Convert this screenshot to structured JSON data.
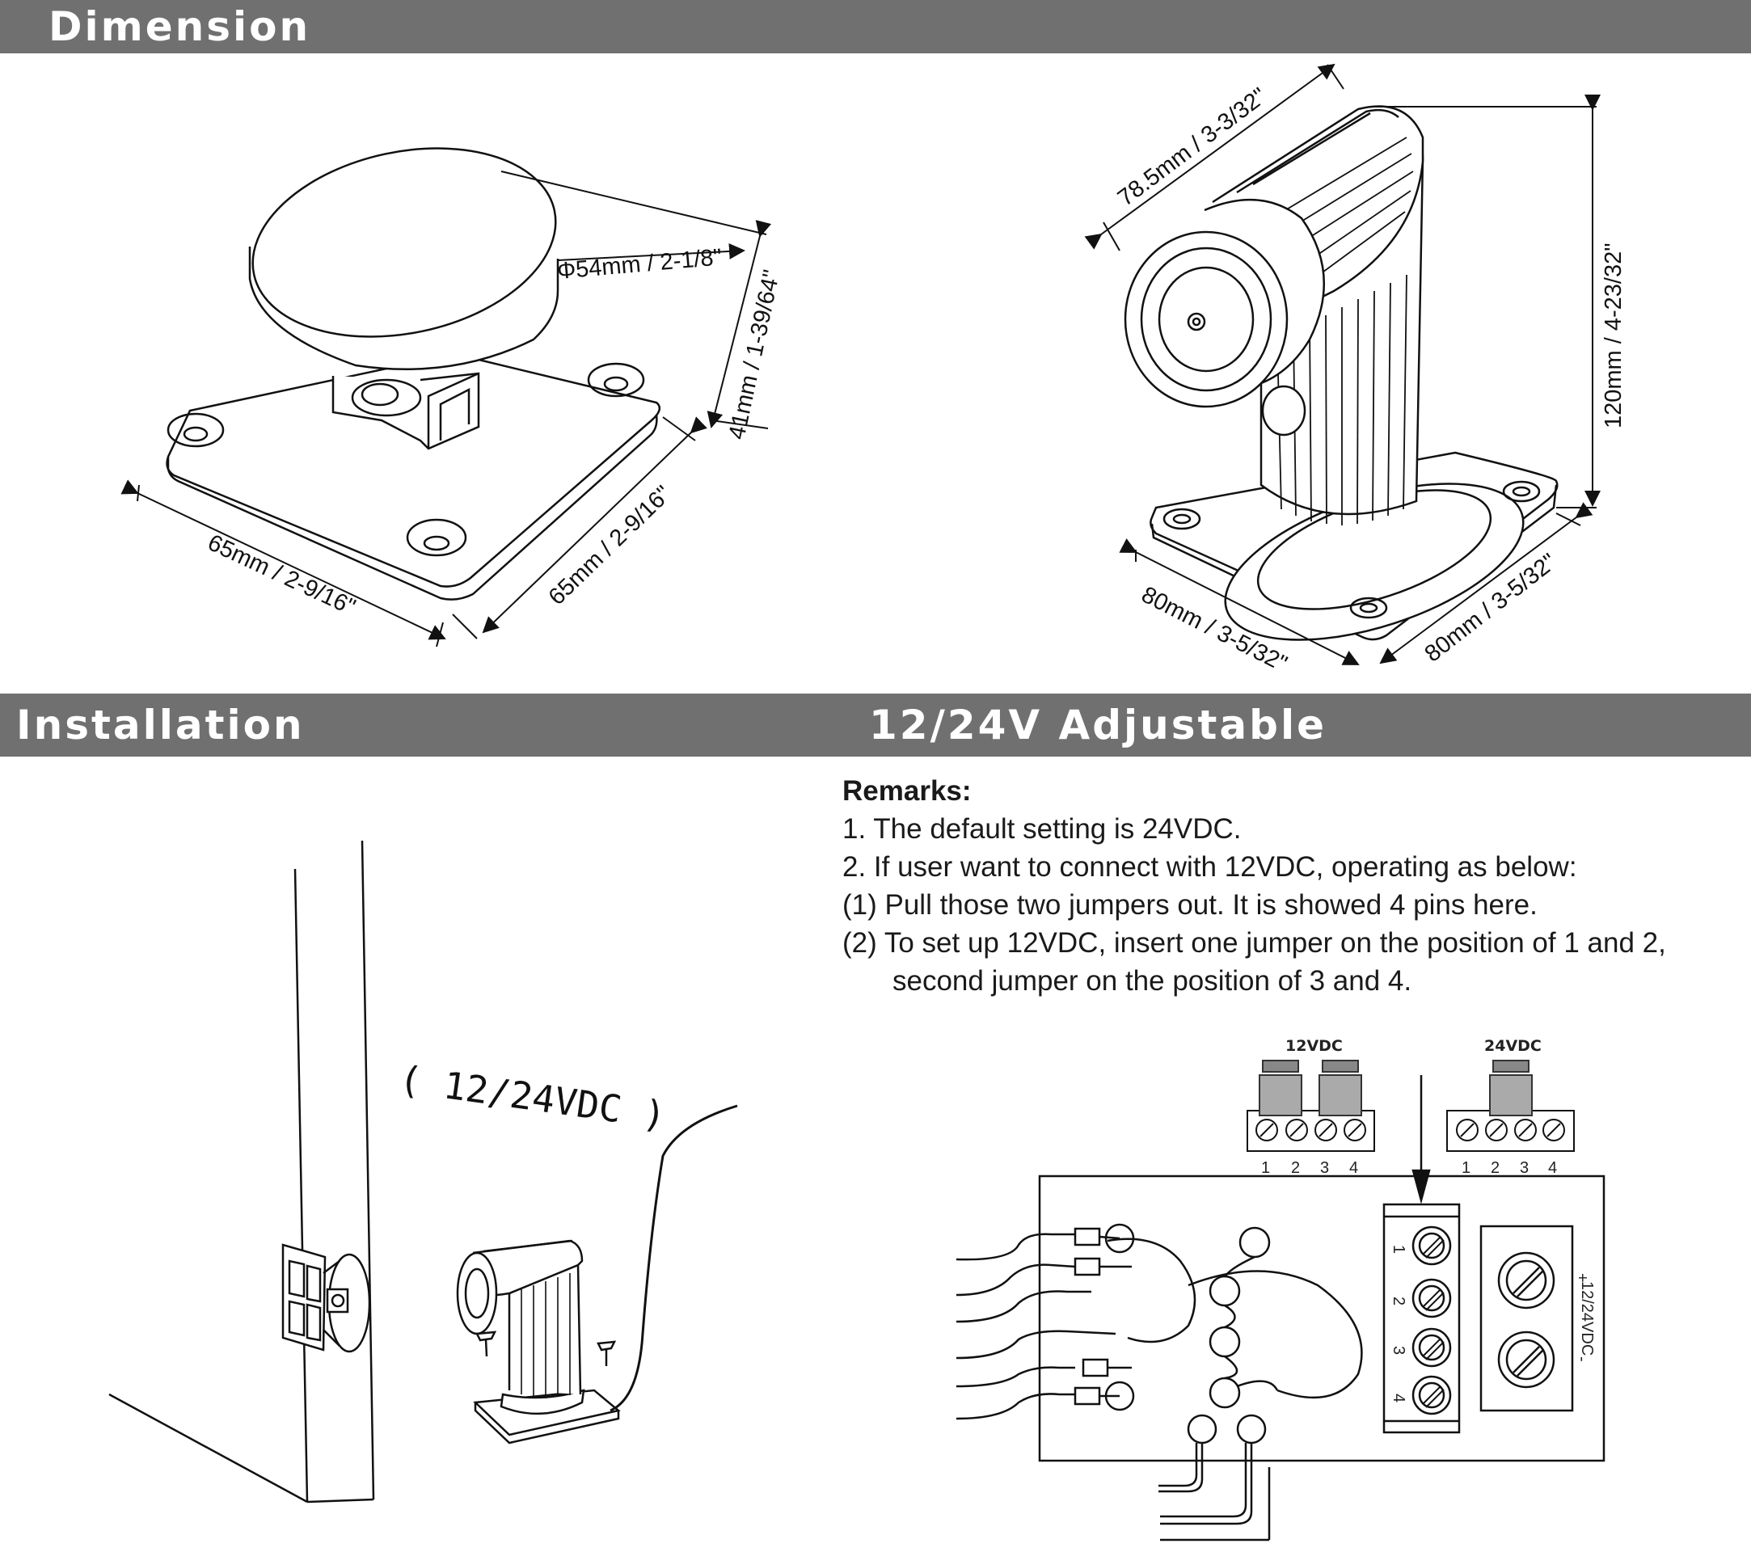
{
  "sections": {
    "dimension": "Dimension",
    "installation": "Installation",
    "adjustable": "12/24V Adjustable"
  },
  "dimensions": {
    "left_diameter": "Φ54mm / 2-1/8\"",
    "left_height": "41mm / 1-39/64\"",
    "left_base_a": "65mm / 2-9/16\"",
    "left_base_b": "65mm / 2-9/16\"",
    "right_length": "78.5mm / 3-3/32\"",
    "right_height": "120mm / 4-23/32\"",
    "right_base_a": "80mm / 3-5/32\"",
    "right_base_b": "80mm / 3-5/32\""
  },
  "installation": {
    "voltage_note": "( 12/24VDC )"
  },
  "remarks": {
    "title": "Remarks:",
    "lines": [
      "1. The default setting is 24VDC.",
      "2. If user want to connect with 12VDC, operating as below:",
      "(1) Pull those two jumpers out. It is showed 4 pins here.",
      "(2) To set up 12VDC, insert one jumper on the position of 1 and 2,",
      "second jumper on the position of 3 and 4."
    ]
  },
  "wiring": {
    "label_12vdc": "12VDC",
    "label_24vdc": "24VDC",
    "pins": [
      "1",
      "2",
      "3",
      "4"
    ],
    "terminal_label": "12/24VDC",
    "plus": "+",
    "minus": "-"
  }
}
